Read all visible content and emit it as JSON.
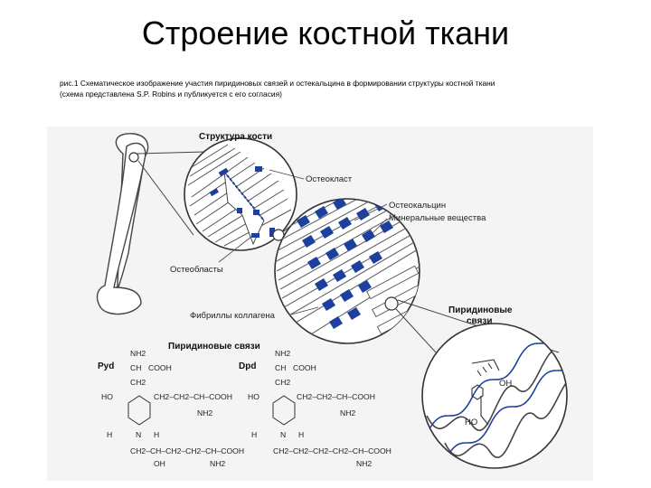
{
  "slide": {
    "title": "Строение костной ткани",
    "caption_line1": "рис.1 Схематическое изображение участия пиридиновых связей и остекальцина в формировании структуры костной ткани",
    "caption_line2": "(схема представлена S.P. Robins и публикуется с его согласия)"
  },
  "diagram": {
    "labels": {
      "bone_structure": "Структура кости",
      "osteoclast": "Остеокласт",
      "osteoblasts": "Остеобласты",
      "osteocalcin": "Остеокальцин",
      "minerals": "Минеральные вещества",
      "collagen_fibrils": "Фибриллы коллагена",
      "pyridinoline_bonds_1": "Пиридиновые",
      "pyridinoline_bonds_2": "связи",
      "oh": "OH",
      "ho": "HO"
    },
    "chemistry": {
      "heading": "Пиридиновые связи",
      "pyd": "Pyd",
      "dpd": "Dpd",
      "nh2": "NH2",
      "ch": "CH",
      "cooh": "COOH",
      "ch2": "CH2",
      "oh": "OH",
      "ho": "HO",
      "h": "H",
      "n": "N",
      "chain_top": "CH2–CH2–CH–COOH",
      "chain_bottom": "CH2–CH–CH2–CH2–CH–COOH",
      "chain_top_dpd": "CH2–CH2–CH–COOH",
      "chain_bottom_dpd": "CH2–CH2–CH2–CH2–CH–COOH"
    },
    "colors": {
      "accent_blue": "#1d3f9e",
      "line": "#333333",
      "background": "#f4f4f4"
    }
  }
}
